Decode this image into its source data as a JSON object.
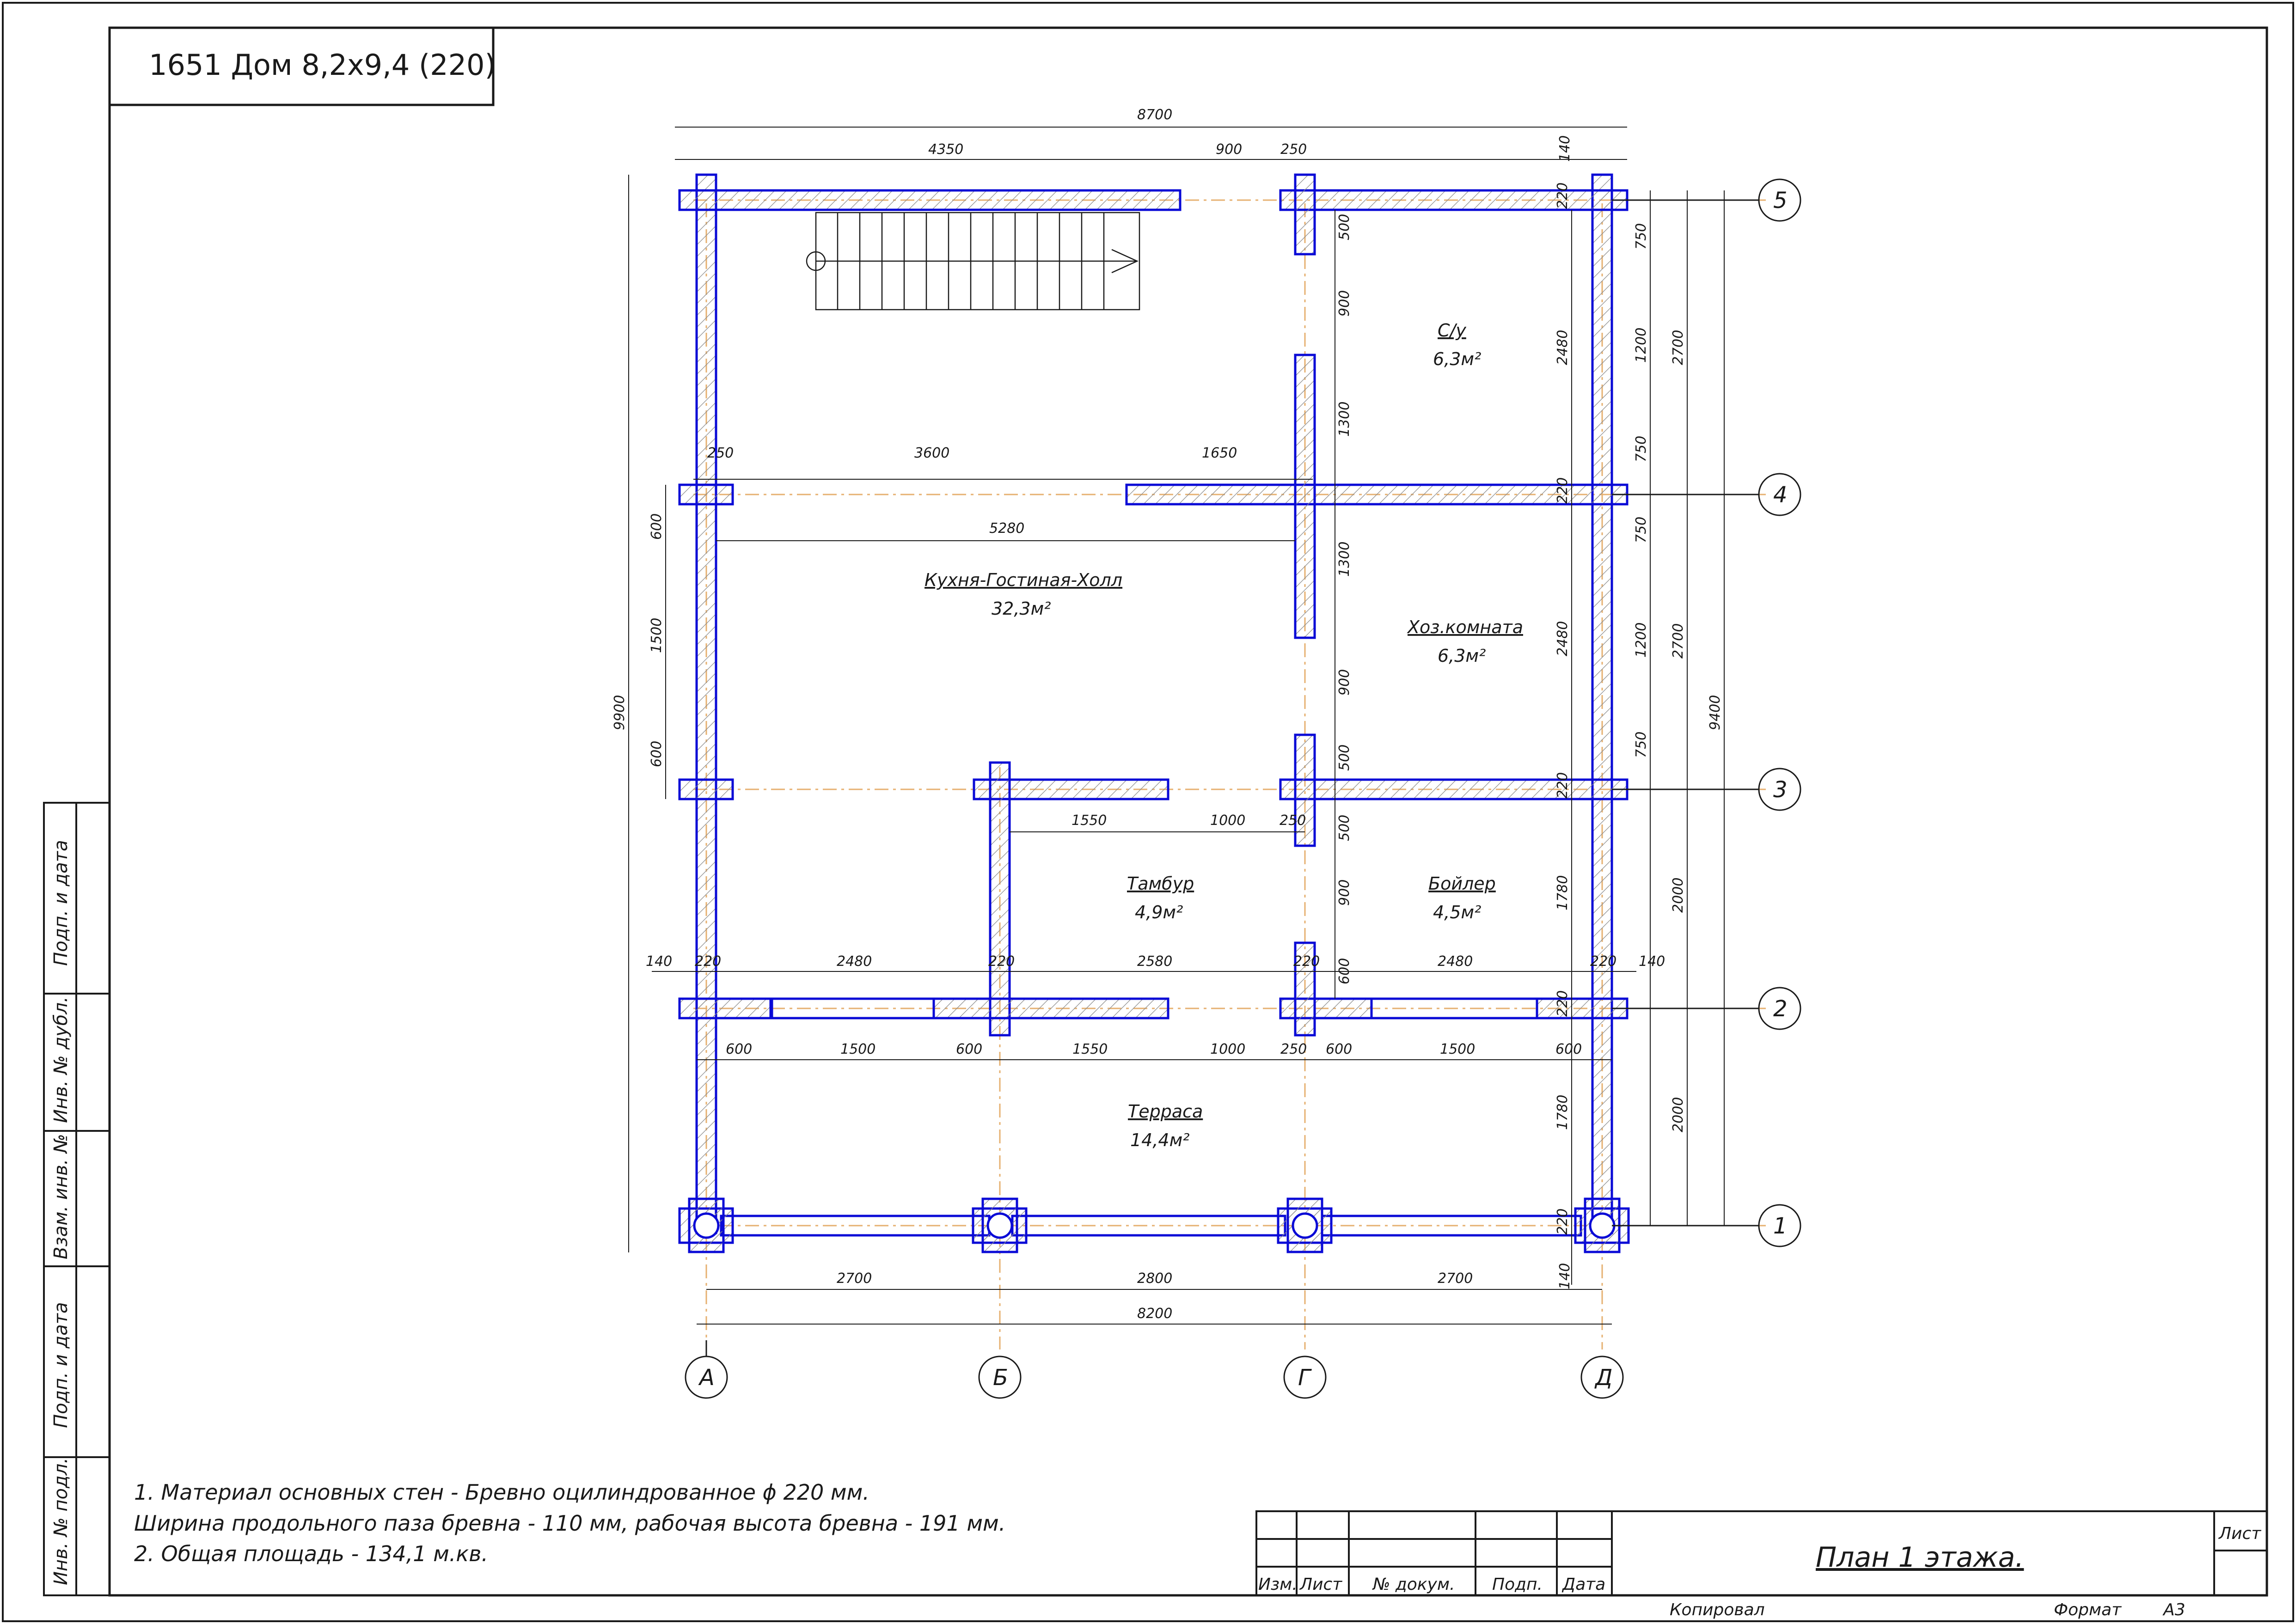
{
  "header": {
    "title": "1651 Дом 8,2х9,4 (220)"
  },
  "rooms": [
    {
      "name": "С/у",
      "area": "6,3м²"
    },
    {
      "name": "Кухня-Гостиная-Холл",
      "area": "32,3м²"
    },
    {
      "name": "Хоз.комната",
      "area": "6,3м²"
    },
    {
      "name": "Тамбур",
      "area": "4,9м²"
    },
    {
      "name": "Бойлер",
      "area": "4,5м²"
    },
    {
      "name": "Терраса",
      "area": "14,4м²"
    }
  ],
  "axes": {
    "letters": [
      "А",
      "Б",
      "Г",
      "Д"
    ],
    "numbers": [
      "5",
      "4",
      "3",
      "2",
      "1"
    ]
  },
  "dims": {
    "top_total": "8700",
    "top": [
      "4350",
      "900",
      "250",
      "140"
    ],
    "bottom": [
      "2700",
      "2800",
      "2700"
    ],
    "bottom_total": "8200",
    "bottom_140": "140",
    "row4_top": [
      "250",
      "3600",
      "1650"
    ],
    "row4_mid": "5280",
    "row3": [
      "1550",
      "1000",
      "250"
    ],
    "row2_top": [
      "140",
      "220",
      "2480",
      "220",
      "2580",
      "220",
      "2480",
      "220",
      "140"
    ],
    "row2_bottom": [
      "600",
      "1500",
      "600",
      "1550",
      "1000",
      "250",
      "600",
      "1500",
      "600"
    ],
    "left_total": "9900",
    "left": [
      "600",
      "1500",
      "600"
    ],
    "mid_vert": [
      "500",
      "900",
      "1300",
      "1300",
      "900",
      "500",
      "500",
      "900",
      "600"
    ],
    "right_inner": [
      "220",
      "2480",
      "220",
      "2480",
      "220",
      "1780",
      "220",
      "1780",
      "220"
    ],
    "right_a": [
      "750",
      "1200",
      "750",
      "750",
      "1200",
      "750",
      "2000",
      "2000"
    ],
    "right_b": [
      "2700",
      "2700"
    ],
    "right_total": "9400"
  },
  "notes": [
    "1. Материал основных стен - Бревно оцилиндрованное ϕ 220 мм.",
    "Ширина продольного паза бревна - 110 мм, рабочая высота бревна - 191 мм.",
    "2. Общая площадь - 134,1 м.кв."
  ],
  "side_stamp": [
    "Подп. и дата",
    "Инв. № дубл.",
    "Взам. инв. №",
    "Подп. и дата",
    "Инв. № подл."
  ],
  "title_block": {
    "cols": [
      "Изм.",
      "Лист",
      "№ докум.",
      "Подп.",
      "Дата"
    ],
    "title": "План 1 этажа.",
    "sheet_label": "Лист",
    "copied": "Копировал",
    "format_label": "Формат",
    "format_value": "А3"
  },
  "colors": {
    "wall": "#0a0ad6",
    "hatch": "#8a8a8a",
    "axis_line": "#e6b070",
    "line": "#1a1a1a"
  }
}
